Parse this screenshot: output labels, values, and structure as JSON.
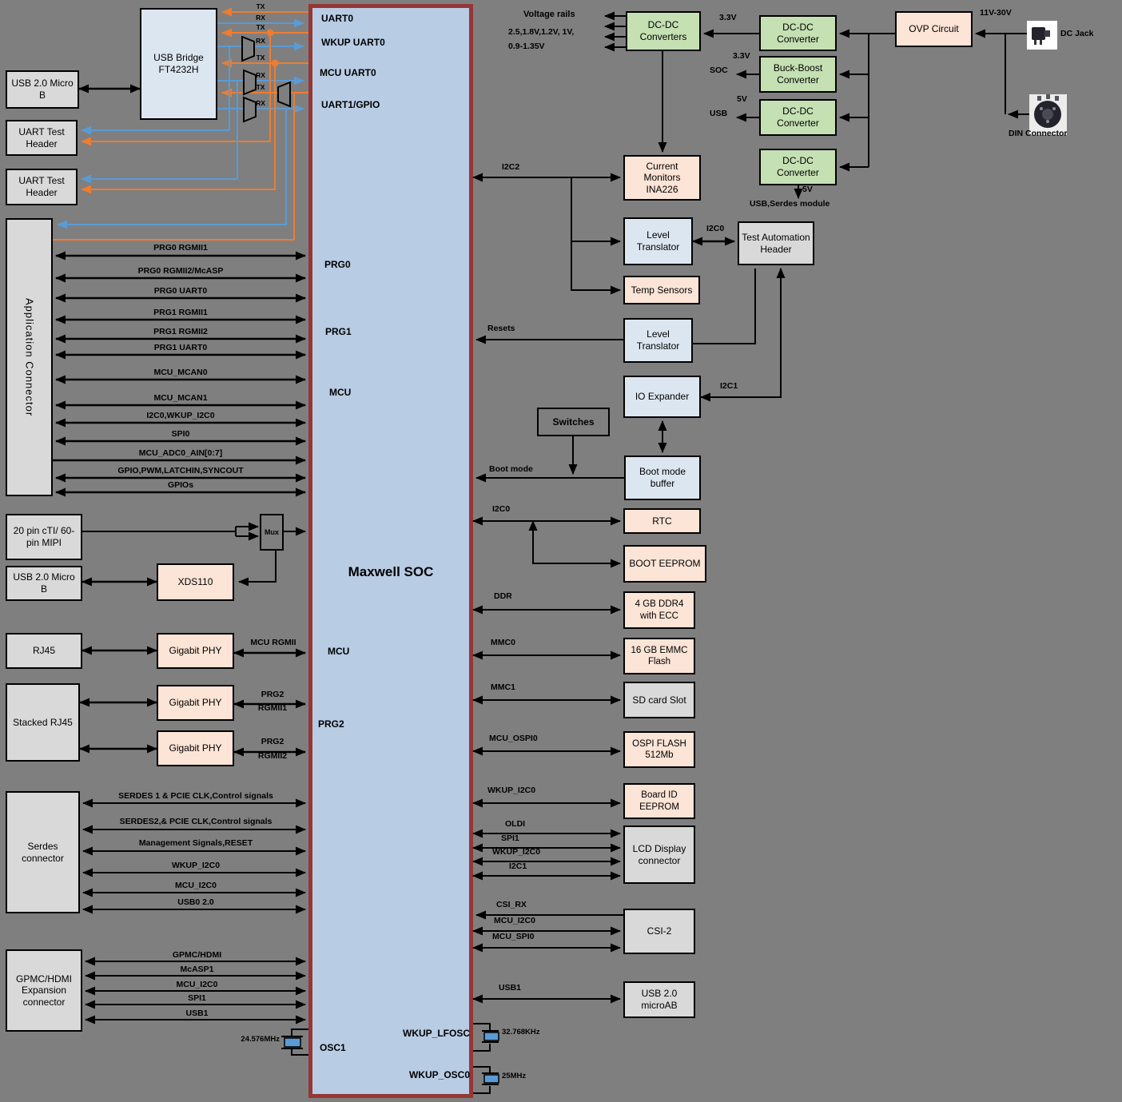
{
  "soc": {
    "title": "Maxwell SOC",
    "ports": {
      "uart0": "UART0",
      "wkup_uart0": "WKUP UART0",
      "mcu_uart0": "MCU UART0",
      "uart1_gpio": "UART1/GPIO",
      "prg0": "PRG0",
      "prg1": "PRG1",
      "mcu_upper": "MCU",
      "mcu_lower": "MCU",
      "prg2": "PRG2",
      "osc1": "OSC1",
      "wkup_lfosc": "WKUP_LFOSC",
      "wkup_osc0": "WKUP_OSC0"
    }
  },
  "left_column": {
    "usb_micro_b_top": "USB 2.0 Micro B",
    "usb_bridge": "USB Bridge FT4232H",
    "uart_test_header_1": "UART Test Header",
    "uart_test_header_2": "UART Test Header",
    "application_connector": "Application Connector",
    "cti_mipi": "20 pin cTI/ 60-pin MIPI",
    "usb_micro_b_debug": "USB 2.0 Micro B",
    "xds110": "XDS110",
    "mux": "Mux",
    "rj45": "RJ45",
    "stacked_rj45": "Stacked RJ45",
    "gigabit_phy_1": "Gigabit PHY",
    "gigabit_phy_2": "Gigabit PHY",
    "gigabit_phy_3": "Gigabit PHY",
    "serdes_connector": "Serdes connector",
    "gpmc_connector": "GPMC/HDMI Expansion connector"
  },
  "right_column": {
    "current_monitors": "Current Monitors INA226",
    "level_translator_1": "Level Translator",
    "test_automation_header": "Test Automation Header",
    "temp_sensors": "Temp Sensors",
    "level_translator_2": "Level Translator",
    "io_expander": "IO Expander",
    "switches": "Switches",
    "boot_mode_buffer": "Boot mode buffer",
    "rtc": "RTC",
    "boot_eeprom": "BOOT EEPROM",
    "ddr4": "4 GB DDR4 with ECC",
    "emmc": "16 GB EMMC Flash",
    "sd_card": "SD card Slot",
    "ospi": "OSPI FLASH 512Mb",
    "board_id": "Board ID EEPROM",
    "lcd": "LCD Display connector",
    "csi2": "CSI-2",
    "usb_microab": "USB 2.0 microAB"
  },
  "power": {
    "voltage_rails_title": "Voltage rails",
    "voltage_rails_line1": "2.5,1.8V,1.2V, 1V,",
    "voltage_rails_line2": "0.9-1.35V",
    "v33_a": "3.3V",
    "v33_b": "3.3V",
    "soc_tag": "SOC",
    "v5_a": "5V",
    "usb_tag": "USB",
    "v5_b": "5V",
    "usb_serdes": "USB,Serdes module",
    "input_range": "11V-30V",
    "dc_jack": "DC Jack",
    "din_connector": "DIN Connector",
    "boxes": {
      "dcdc_converters": "DC-DC Converters",
      "dcdc_converter_1": "DC-DC Converter",
      "buck_boost": "Buck-Boost Converter",
      "dcdc_converter_2": "DC-DC Converter",
      "dcdc_converter_3": "DC-DC Converter",
      "ovp": "OVP Circuit"
    }
  },
  "signals": {
    "uart_pairs": [
      "TX",
      "RX",
      "TX",
      "RX",
      "TX",
      "RX",
      "TX",
      "RX"
    ],
    "app": [
      "PRG0 RGMII1",
      "PRG0 RGMII2/McASP",
      "PRG0 UART0",
      "PRG1 RGMII1",
      "PRG1 RGMII2",
      "PRG1 UART0",
      "MCU_MCAN0",
      "MCU_MCAN1",
      "I2C0,WKUP_I2C0",
      "SPI0",
      "MCU_ADC0_AIN[0:7]",
      "GPIO,PWM,LATCHIN,SYNCOUT",
      "GPIOs"
    ],
    "phy": [
      "MCU RGMII",
      "PRG2",
      "RGMII1",
      "PRG2",
      "RGMII2"
    ],
    "serdes": [
      "SERDES 1 & PCIE CLK,Control signals",
      "SERDES2,& PCIE CLK,Control signals",
      "Management Signals,RESET",
      "WKUP_I2C0",
      "MCU_I2C0",
      "USB0 2.0"
    ],
    "gpmc": [
      "GPMC/HDMI",
      "McASP1",
      "MCU_I2C0",
      "SPI1",
      "USB1"
    ],
    "right": {
      "i2c2": "I2C2",
      "i2c0_tah": "I2C0",
      "resets": "Resets",
      "i2c1": "I2C1",
      "boot_mode": "Boot mode",
      "i2c0_rtc": "I2C0",
      "ddr": "DDR",
      "mmc0": "MMC0",
      "mmc1": "MMC1",
      "mcu_ospi0": "MCU_OSPI0",
      "wkup_i2c0": "WKUP_I2C0",
      "oldi": "OLDI",
      "spi1": "SPI1",
      "wkup_i2c0_lcd": "WKUP_I2C0",
      "i2c1_lcd": "I2C1",
      "csi_rx": "CSI_RX",
      "mcu_i2c0": "MCU_I2C0",
      "mcu_spi0": "MCU_SPI0",
      "usb1": "USB1"
    }
  },
  "clocks": {
    "osc_24": "24.576MHz",
    "osc_32": "32.768KHz",
    "osc_25": "25MHz"
  }
}
